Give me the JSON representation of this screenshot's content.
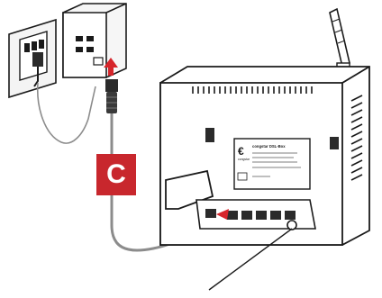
{
  "step": {
    "label": "C"
  },
  "label_sticker": {
    "brand_mark": "€",
    "brand": "congstar",
    "model": "congstar DSL-Box"
  },
  "colors": {
    "step_badge": "#c8272d",
    "arrow": "#d6252b",
    "outline": "#1a1a1a",
    "cable": "#8c8c8c",
    "plug": "#2b2b2b"
  },
  "icons": [
    "wall-socket-icon",
    "splitter-icon",
    "up-arrow-icon",
    "router-icon",
    "antenna-icon",
    "lan-cable-icon"
  ]
}
